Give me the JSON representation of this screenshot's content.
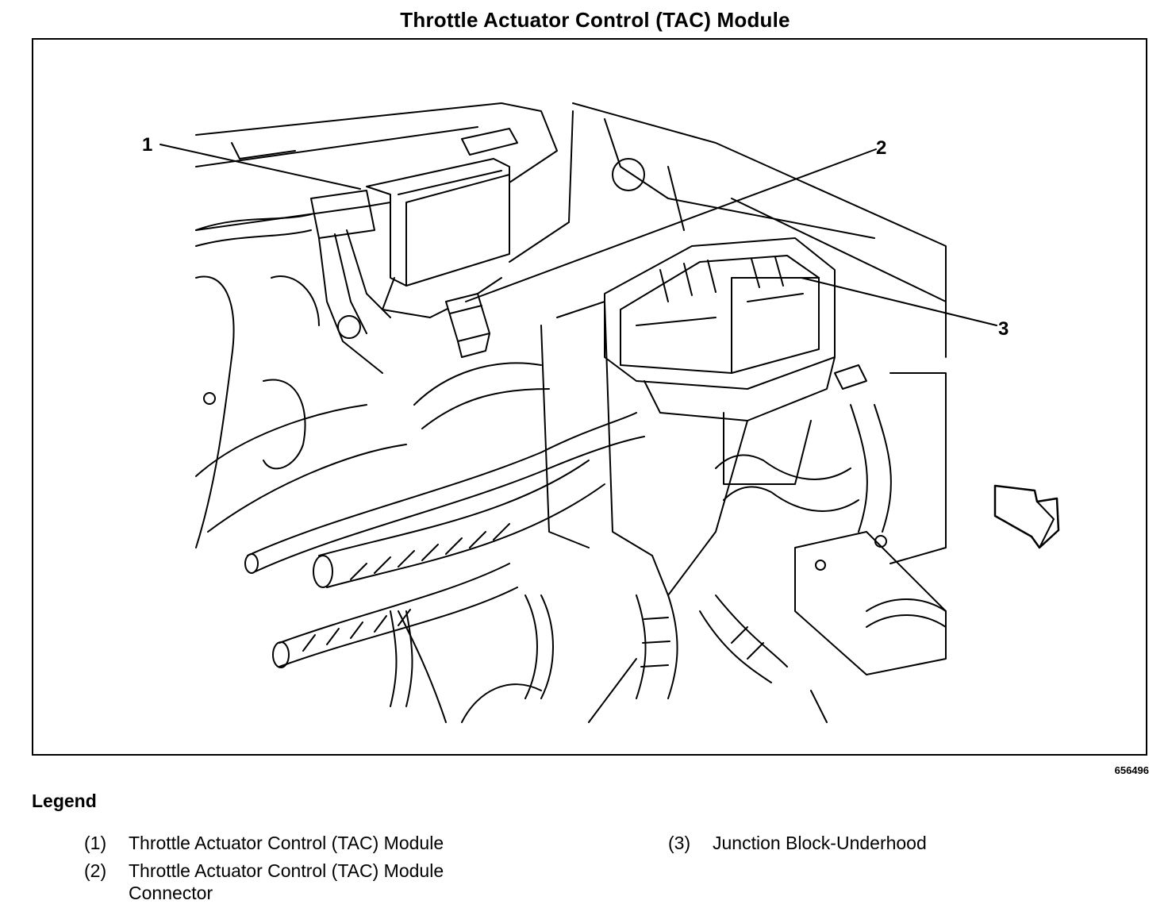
{
  "title": "Throttle Actuator Control (TAC) Module",
  "figure_id": "656496",
  "legend": {
    "heading": "Legend",
    "items": [
      {
        "num": "(1)",
        "text": "Throttle Actuator Control (TAC) Module"
      },
      {
        "num": "(2)",
        "text": "Throttle Actuator Control (TAC) Module Connector"
      },
      {
        "num": "(3)",
        "text": "Junction Block-Underhood"
      }
    ]
  },
  "callouts": [
    "1",
    "2",
    "3"
  ]
}
